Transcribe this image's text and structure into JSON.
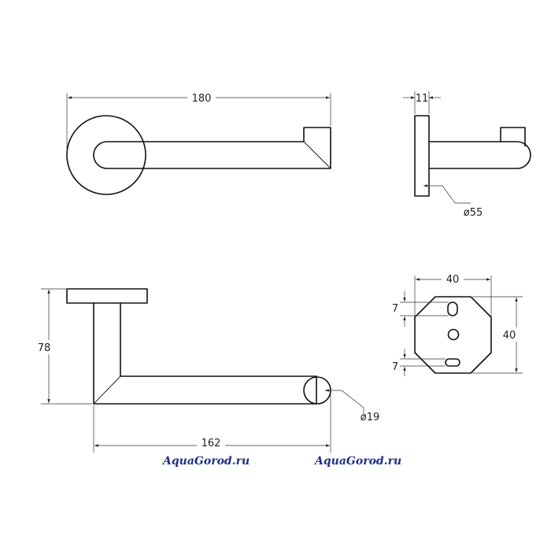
{
  "drawing": {
    "top_view": {
      "width_dim": "180"
    },
    "side_view": {
      "depth_dim": "11",
      "rosette_dia": "ø55"
    },
    "front_view": {
      "height_dim": "78",
      "length_dim": "162",
      "rod_dia": "ø19"
    },
    "back_plate": {
      "width_dim": "40",
      "height_dim": "40",
      "slot_top_dim": "7",
      "slot_bottom_dim": "7"
    }
  },
  "watermarks": [
    "AquaGorod.ru",
    "AquaGorod.ru"
  ]
}
